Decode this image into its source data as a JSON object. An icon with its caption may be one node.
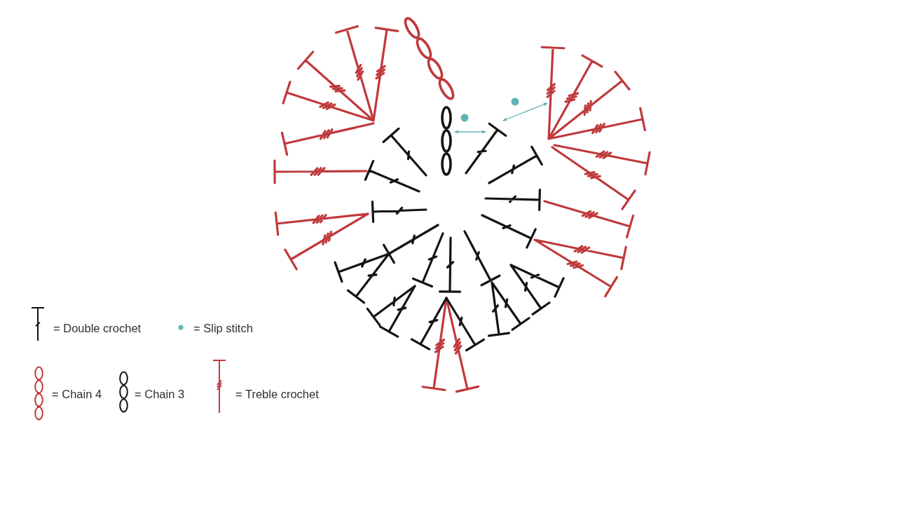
{
  "diagram": {
    "legend": [
      {
        "text": "= Double crochet"
      },
      {
        "text": "= Slip stitch"
      },
      {
        "text": "= Chain 4"
      },
      {
        "text": "= Chain 3"
      },
      {
        "text": "= Treble crochet"
      }
    ]
  }
}
